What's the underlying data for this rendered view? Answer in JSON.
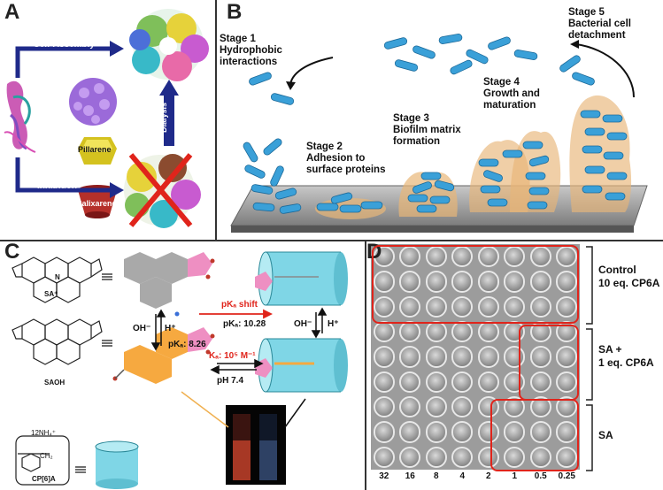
{
  "panel_a": {
    "label": "A",
    "self_assembly": "Self-Assembly",
    "inhibition": "Inhibition",
    "dialysis": "Dialysis",
    "pillarene": "Pillarene",
    "calixarene": "Calixarene"
  },
  "panel_b": {
    "label": "B",
    "stage1": "Stage 1\nHydrophobic\ninteractions",
    "stage2": "Stage 2\nAdhesion to\nsurface proteins",
    "stage3": "Stage 3\nBiofilm matrix\nformation",
    "stage4": "Stage 4\nGrowth and\nmaturation",
    "stage5": "Stage 5\nBacterial cell\ndetachment"
  },
  "panel_c": {
    "label": "C",
    "sa_plus": "SA⁺",
    "saoh": "SAOH",
    "cp6a": "CP[6]A",
    "nh4": "12NH₄⁺",
    "ch2": "CH₂",
    "oh_minus_left": "OH⁻",
    "h_plus_left": "H⁺",
    "pka_left": "pKₐ: 8.26",
    "pka_shift": "pKₐ shift",
    "pka_right": "pKₐ: 10.28",
    "ka": "Kₐ: 10⁵ M⁻¹",
    "ph": "pH 7.4",
    "oh_minus_right": "OH⁻",
    "h_plus_right": "H⁺",
    "cn": "N"
  },
  "panel_d": {
    "label": "D",
    "rows": [
      {
        "name": "Control",
        "text": "Control\n10 eq. CP6A"
      },
      {
        "name": "SA+CP6A",
        "text": "SA +\n1 eq. CP6A"
      },
      {
        "name": "SA",
        "text": "SA"
      }
    ],
    "concentrations": [
      "32",
      "16",
      "8",
      "4",
      "2",
      "1",
      "0.5",
      "0.25"
    ]
  },
  "colors": {
    "arrow_blue": "#1f2a8a",
    "bacteria": "#3aa0d8",
    "highlight_red": "#e0241b",
    "cylinder": "#7fd6e6",
    "orange_chain": "#f6a940"
  }
}
